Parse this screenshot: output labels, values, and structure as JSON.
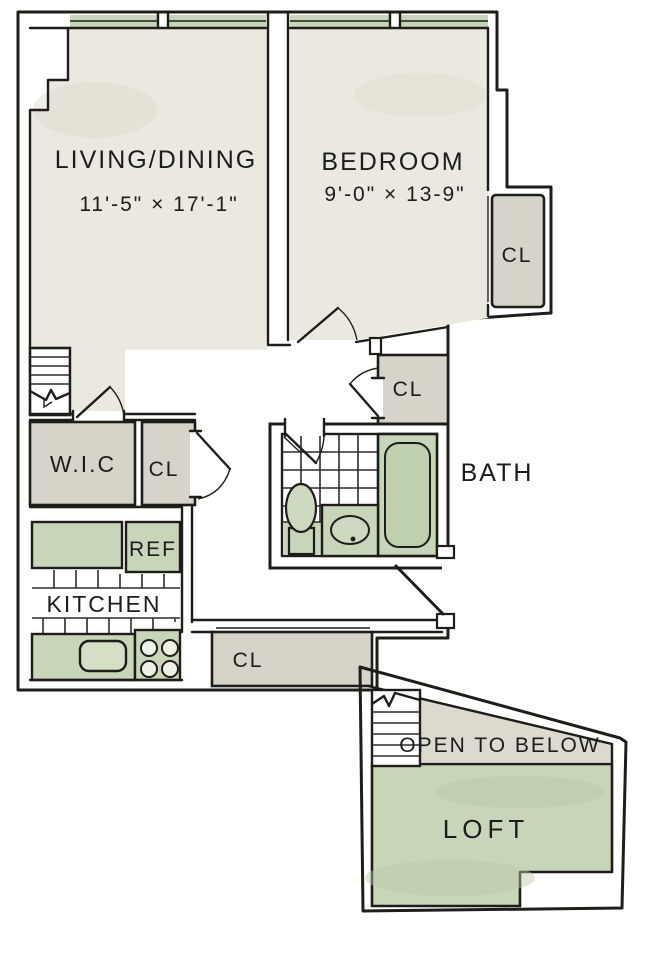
{
  "plan": {
    "colors": {
      "paper": "#ffffff",
      "room_beige": "#eae8df",
      "closet_gray": "#d6d3c8",
      "accent_green": "#c7d5b8",
      "accent_green_dark": "#b7c9a7",
      "strip_gray": "#dcd9cf",
      "line": "#1f1d1a"
    },
    "rooms": {
      "living": {
        "label": "LIVING/DINING",
        "dimensions": "11'-5\" × 17'-1\""
      },
      "bedroom": {
        "label": "BEDROOM",
        "dimensions": "9'-0\" × 13-9\""
      },
      "bath": {
        "label": "BATH"
      },
      "walk_in_closet": {
        "label": "W.I.C"
      },
      "kitchen": {
        "label": "KITCHEN"
      },
      "refrigerator": {
        "label": "REF"
      },
      "loft": {
        "label": "LOFT"
      },
      "open_to_below": {
        "label": "OPEN TO BELOW"
      },
      "bedroom_closet": {
        "label": "CL"
      },
      "hall_closet": {
        "label": "CL"
      },
      "wic_closet": {
        "label": "CL"
      },
      "entry_closet": {
        "label": "CL"
      }
    }
  }
}
